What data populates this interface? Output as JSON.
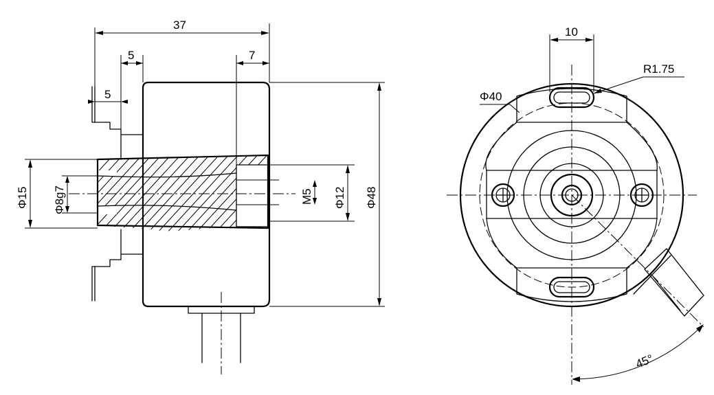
{
  "side_view": {
    "dimensions": {
      "overall_length": "37",
      "flange_offset": "5",
      "flange_step": "5",
      "bore_depth": "7",
      "outer_diameter": "Φ48",
      "hub_diameter": "Φ15",
      "shaft_bore": "Φ8g7",
      "thread": "M5",
      "bore_diameter": "Φ12"
    }
  },
  "front_view": {
    "dimensions": {
      "slot_width": "10",
      "slot_radius": "R1.75",
      "mounting_circle": "Φ40",
      "cable_angle": "45°"
    }
  }
}
